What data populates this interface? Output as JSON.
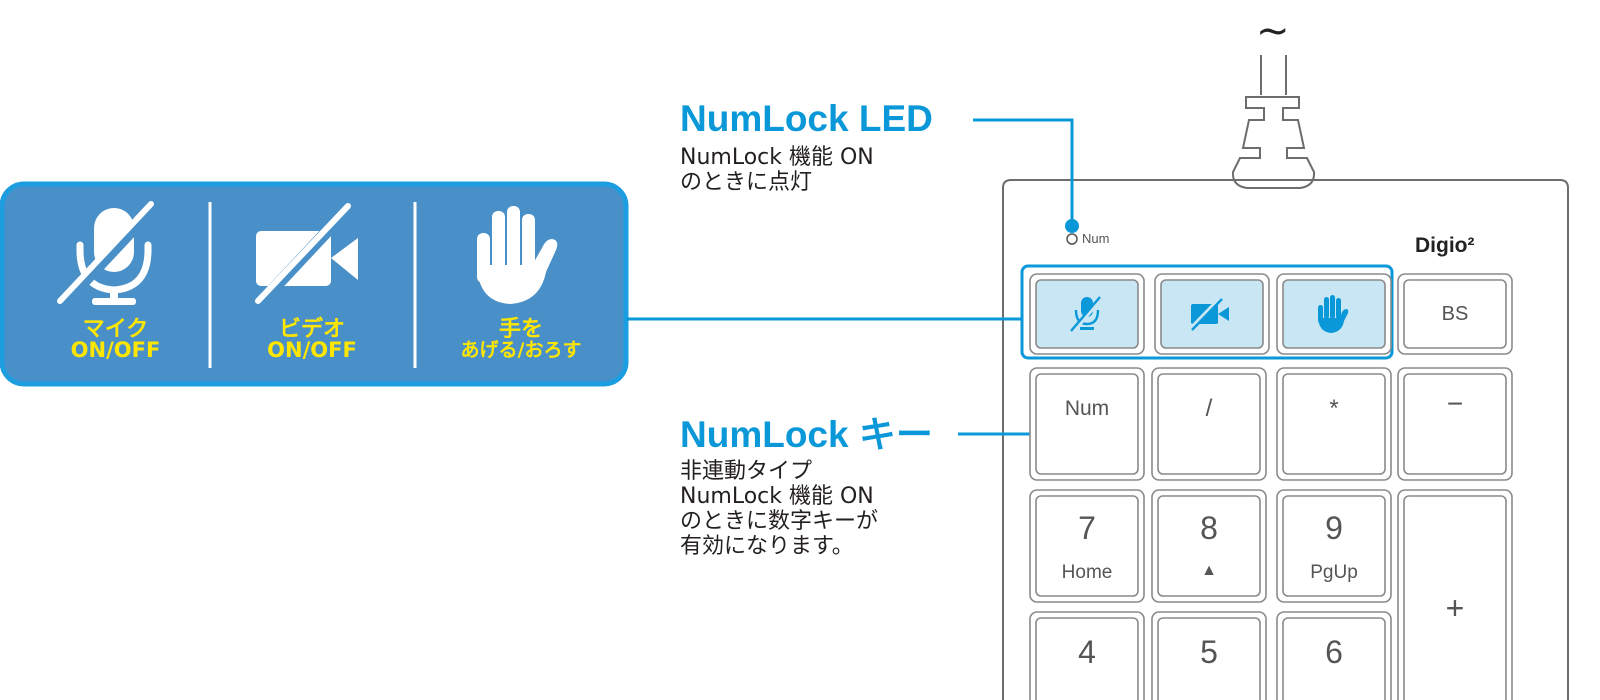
{
  "panel": {
    "mic": {
      "label_main": "マイク",
      "label_sub": "ON/OFF",
      "icon": "mic-off-icon"
    },
    "video": {
      "label_main": "ビデオ",
      "label_sub": "ON/OFF",
      "icon": "video-off-icon"
    },
    "hand": {
      "label_main": "手を",
      "label_sub": "あげる/おろす",
      "icon": "raise-hand-icon"
    }
  },
  "callouts": {
    "numlock_led": {
      "title": "NumLock LED",
      "desc": "NumLock 機能 ON\nのときに点灯"
    },
    "numlock_key": {
      "title": "NumLock キー",
      "desc": "非連動タイプ\nNumLock 機能 ON\nのときに数字キーが\n有効になります。"
    }
  },
  "keypad": {
    "led_label": "Num",
    "brand": "Digio²",
    "cable_mark": "~",
    "keys": {
      "bs": "BS",
      "num": "Num",
      "slash": "/",
      "asterisk": "*",
      "minus": "−",
      "seven": "7",
      "seven_sub": "Home",
      "eight": "8",
      "eight_sub": "▲",
      "nine": "9",
      "nine_sub": "PgUp",
      "plus": "+",
      "four": "4",
      "five": "5",
      "six": "6"
    }
  },
  "colors": {
    "accent": "#0a98d8",
    "panel_fill": "#4a90c8",
    "panel_border": "#1c9de0",
    "label_yellow": "#ffe600",
    "key_highlight": "#c9e6f5",
    "outline": "#808080"
  }
}
